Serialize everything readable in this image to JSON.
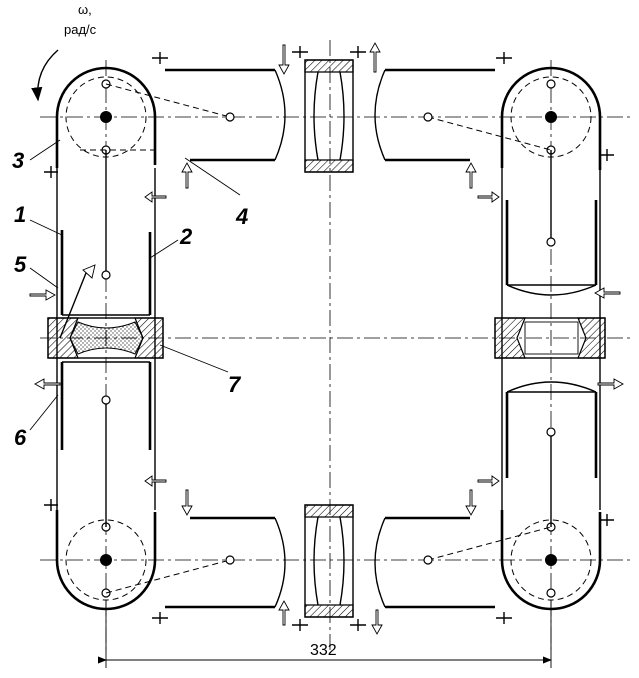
{
  "speed_label": {
    "line1": "ω,",
    "line2": "рад/с"
  },
  "dimension": {
    "width_value": "332"
  },
  "callouts": [
    "1",
    "2",
    "3",
    "4",
    "5",
    "6",
    "7"
  ]
}
